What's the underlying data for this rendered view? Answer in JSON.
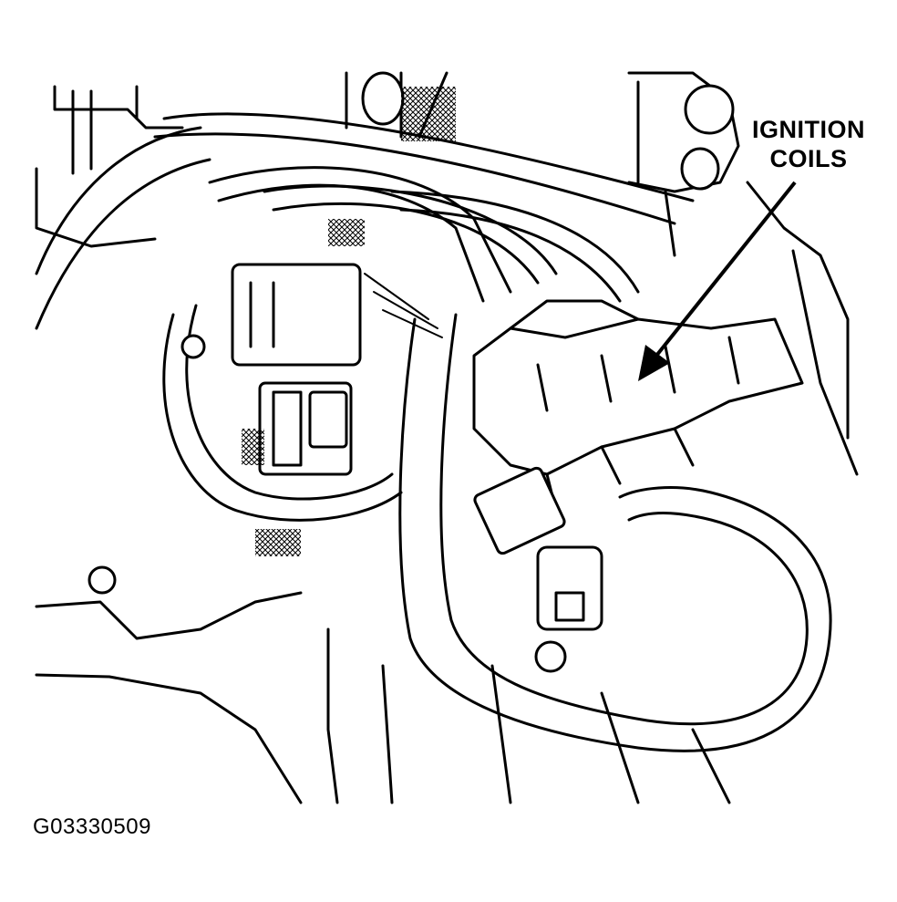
{
  "callout": {
    "label_line1": "IGNITION",
    "label_line2": "COILS"
  },
  "figure": {
    "id": "G03330509"
  }
}
